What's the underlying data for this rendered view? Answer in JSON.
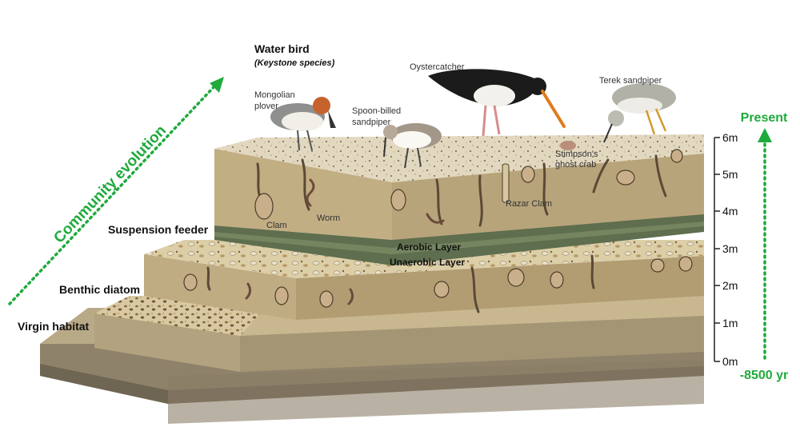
{
  "title": "Water bird",
  "subtitle": "(Keystone species)",
  "arrow_left": "Community evolution",
  "timeline": {
    "top": "Present",
    "bottom": "-8500 yr",
    "color": "#1faa3c"
  },
  "stages": [
    "Suspension feeder",
    "Benthic diatom",
    "Virgin habitat"
  ],
  "layers": {
    "aerobic": "Aerobic Layer",
    "anaerobic": "Unaerobic Layer"
  },
  "birds": {
    "plover": [
      "Mongolian",
      "plover"
    ],
    "spoonbill": [
      "Spoon-billed",
      "sandpiper"
    ],
    "oystercatcher": "Oystercatcher",
    "terek": "Terek sandpiper"
  },
  "fauna": {
    "crab": [
      "Stimpson's",
      "ghost crab"
    ],
    "clam": "Clam",
    "worm": "Worm",
    "razor": "Razar Clam"
  },
  "depth_ticks": [
    "6m",
    "5m",
    "4m",
    "3m",
    "2m",
    "1m",
    "0m"
  ]
}
